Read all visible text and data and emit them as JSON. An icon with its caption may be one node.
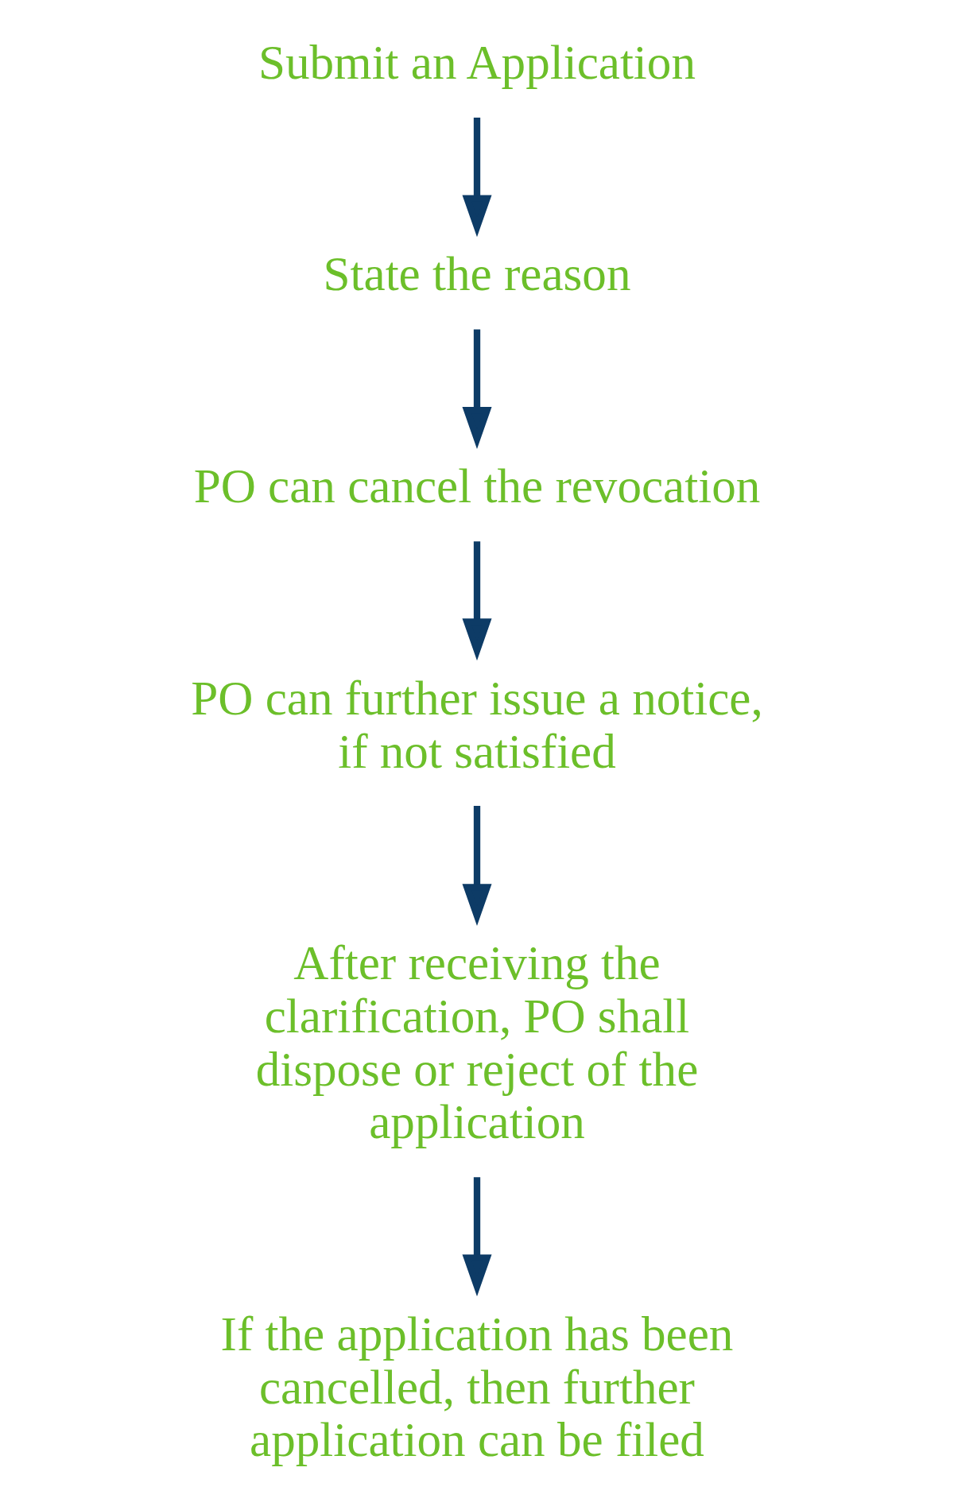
{
  "diagram": {
    "nodes": [
      {
        "text": [
          "Submit an Application"
        ]
      },
      {
        "text": [
          "State the reason"
        ]
      },
      {
        "text": [
          "PO can cancel the revocation"
        ]
      },
      {
        "text": [
          "PO can further issue a notice, if not satisfied"
        ]
      },
      {
        "text": [
          "After receiving the clarification, PO shall dispose or reject of the application"
        ]
      },
      {
        "text": [
          "If the application has been cancelled, then further application can be filed"
        ]
      }
    ],
    "edges": [
      {
        "from": 0,
        "to": 1,
        "arrow": "to"
      },
      {
        "from": 1,
        "to": 2,
        "arrow": "to"
      },
      {
        "from": 2,
        "to": 3,
        "arrow": "to"
      },
      {
        "from": 3,
        "to": 4,
        "arrow": "to"
      },
      {
        "from": 4,
        "to": 5,
        "arrow": "to"
      }
    ]
  }
}
